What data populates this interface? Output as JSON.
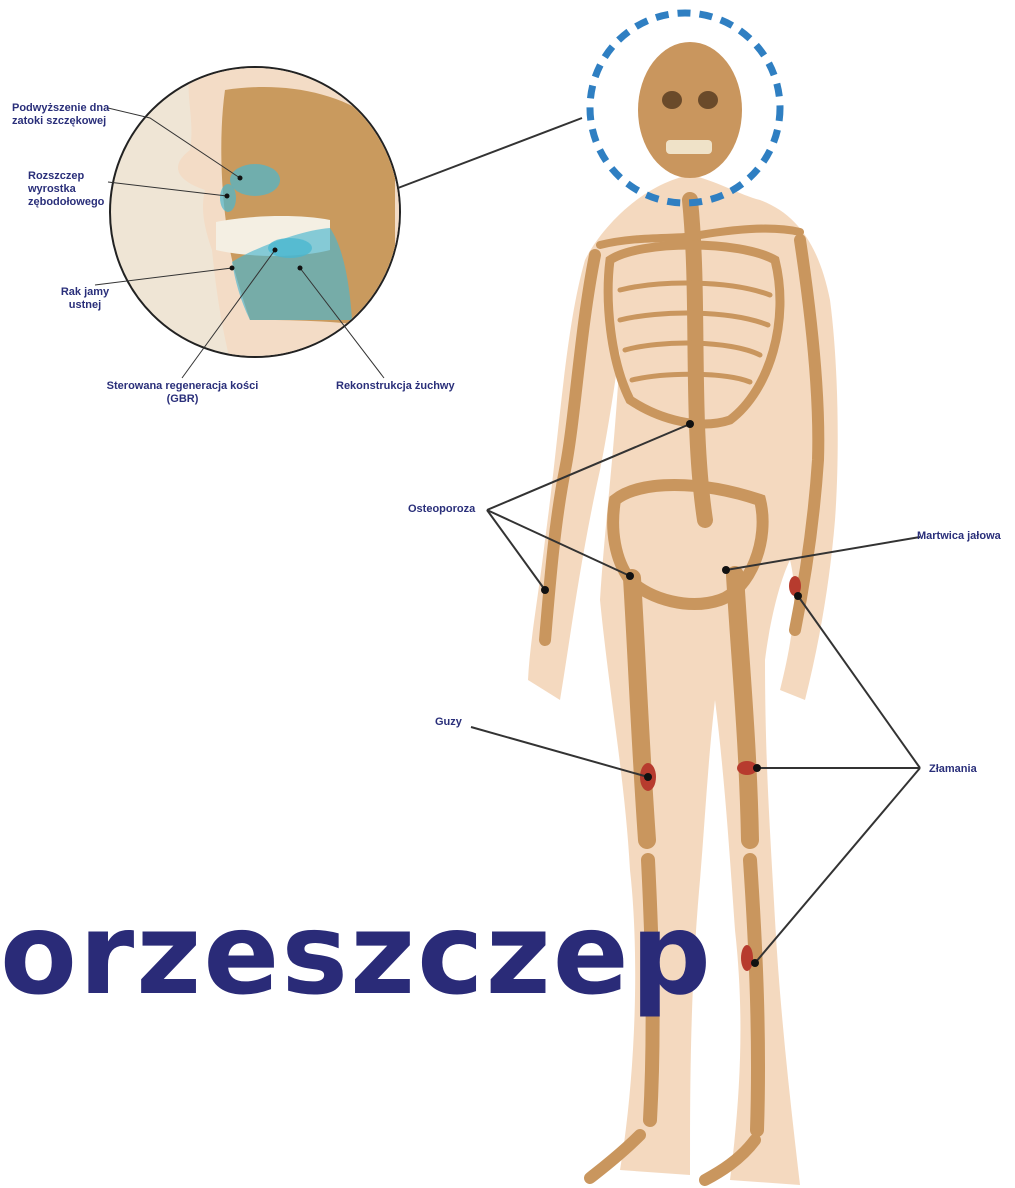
{
  "colors": {
    "label": "#2a2f7a",
    "heading": "#2a2b78",
    "leader": "#333333",
    "skin": "#f2d2b4",
    "bone": "#c9965e",
    "bone_dark": "#a87840",
    "highlight": "#4ab6cf",
    "halo": "#2f7fc2",
    "lesion": "#b73b2e"
  },
  "heading": {
    "text": "orzeszczep"
  },
  "inset": {
    "labels": {
      "sinus_lift": "Podwyższenie dna zatoki szczękowej",
      "alveolar_cleft": "Rozszczep wyrostka zębodołowego",
      "oral_cancer": "Rak jamy ustnej",
      "gbr": "Sterowana regeneracja kości (GBR)",
      "mandible": "Rekonstrukcja żuchwy"
    }
  },
  "figure": {
    "labels": {
      "osteoporosis": "Osteoporoza",
      "avascular_necrosis": "Martwica jałowa",
      "tumors": "Guzy",
      "fractures": "Złamania"
    }
  }
}
